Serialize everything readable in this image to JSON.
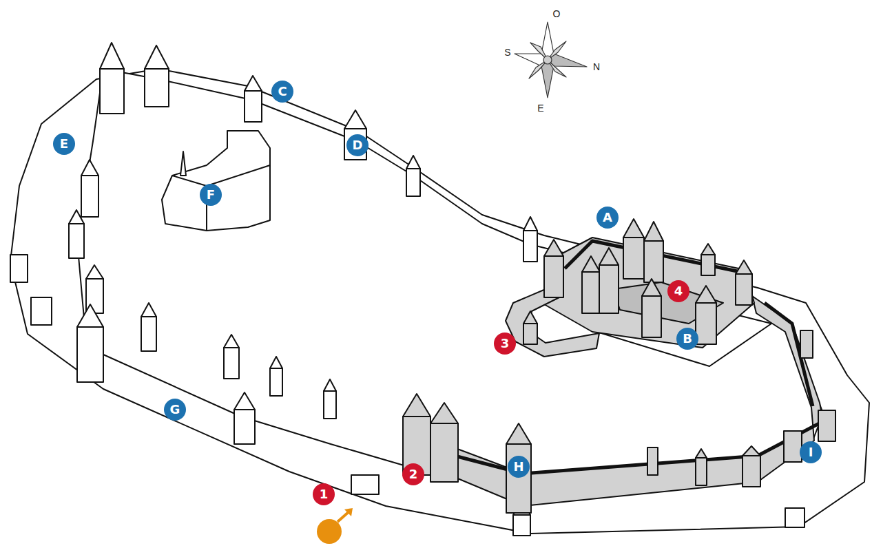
{
  "diagram": {
    "labels": [
      "O",
      "S",
      "N",
      "E",
      "C",
      "E",
      "D",
      "F",
      "A",
      "4",
      "3",
      "B",
      "G",
      "2",
      "H",
      "I",
      "1"
    ]
  }
}
